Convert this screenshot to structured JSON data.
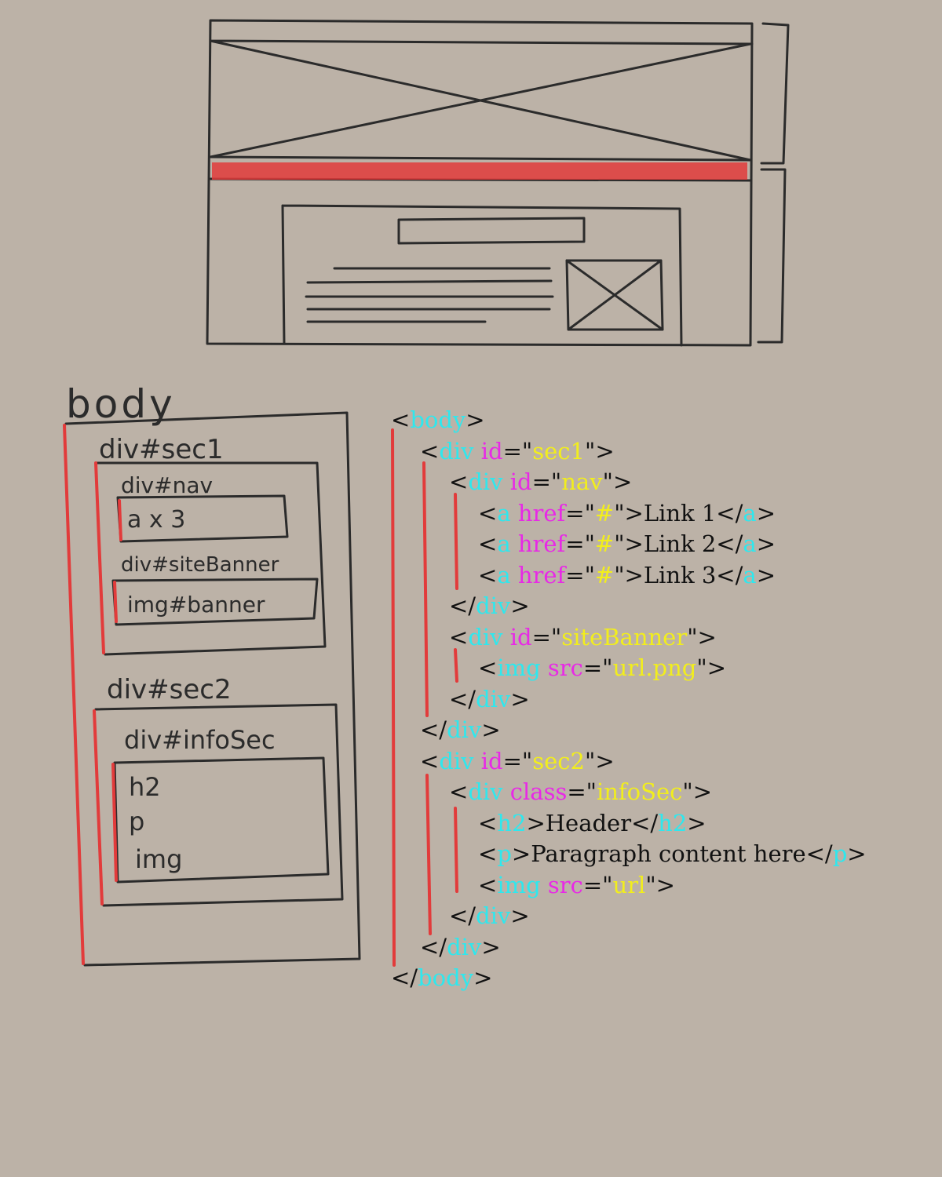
{
  "colors": {
    "background": "#bcb2a7",
    "sketch": "#2b2b2b",
    "highlight": "#e23b3b",
    "tag": "#2ee8ee",
    "attribute": "#e829e6",
    "value": "#f2ee1c",
    "text": "#111111"
  },
  "tree": {
    "body": "body",
    "sec1": "div#sec1",
    "nav": "div#nav",
    "links": "a x 3",
    "site_banner": "div#siteBanner",
    "banner_img": "img#banner",
    "sec2": "div#sec2",
    "info_sec": "div#infoSec",
    "h2": "h2",
    "p": "p",
    "img": "img"
  },
  "code": {
    "lines": [
      {
        "indent": 0,
        "tokens": [
          [
            "p",
            "<"
          ],
          [
            "t",
            "body"
          ],
          [
            "p",
            ">"
          ]
        ]
      },
      {
        "indent": 1,
        "tokens": [
          [
            "p",
            "<"
          ],
          [
            "t",
            "div"
          ],
          [
            "p",
            " "
          ],
          [
            "at",
            "id"
          ],
          [
            "p",
            "=\""
          ],
          [
            "v",
            "sec1"
          ],
          [
            "p",
            "\">"
          ]
        ]
      },
      {
        "indent": 2,
        "tokens": [
          [
            "p",
            "<"
          ],
          [
            "t",
            "div"
          ],
          [
            "p",
            " "
          ],
          [
            "at",
            "id"
          ],
          [
            "p",
            "=\""
          ],
          [
            "v",
            "nav"
          ],
          [
            "p",
            "\">"
          ]
        ]
      },
      {
        "indent": 3,
        "tokens": [
          [
            "p",
            "<"
          ],
          [
            "t",
            "a"
          ],
          [
            "p",
            " "
          ],
          [
            "at",
            "href"
          ],
          [
            "p",
            "=\""
          ],
          [
            "v",
            "#"
          ],
          [
            "p",
            "\">Link 1</"
          ],
          [
            "t",
            "a"
          ],
          [
            "p",
            ">"
          ]
        ]
      },
      {
        "indent": 3,
        "tokens": [
          [
            "p",
            "<"
          ],
          [
            "t",
            "a"
          ],
          [
            "p",
            " "
          ],
          [
            "at",
            "href"
          ],
          [
            "p",
            "=\""
          ],
          [
            "v",
            "#"
          ],
          [
            "p",
            "\">Link 2</"
          ],
          [
            "t",
            "a"
          ],
          [
            "p",
            ">"
          ]
        ]
      },
      {
        "indent": 3,
        "tokens": [
          [
            "p",
            "<"
          ],
          [
            "t",
            "a"
          ],
          [
            "p",
            " "
          ],
          [
            "at",
            "href"
          ],
          [
            "p",
            "=\""
          ],
          [
            "v",
            "#"
          ],
          [
            "p",
            "\">Link 3</"
          ],
          [
            "t",
            "a"
          ],
          [
            "p",
            ">"
          ]
        ]
      },
      {
        "indent": 2,
        "tokens": [
          [
            "p",
            "</"
          ],
          [
            "t",
            "div"
          ],
          [
            "p",
            ">"
          ]
        ]
      },
      {
        "indent": 2,
        "tokens": [
          [
            "p",
            "<"
          ],
          [
            "t",
            "div"
          ],
          [
            "p",
            " "
          ],
          [
            "at",
            "id"
          ],
          [
            "p",
            "=\""
          ],
          [
            "v",
            "siteBanner"
          ],
          [
            "p",
            "\">"
          ]
        ]
      },
      {
        "indent": 3,
        "tokens": [
          [
            "p",
            "<"
          ],
          [
            "t",
            "img"
          ],
          [
            "p",
            " "
          ],
          [
            "at",
            "src"
          ],
          [
            "p",
            "=\""
          ],
          [
            "v",
            "url.png"
          ],
          [
            "p",
            "\">"
          ]
        ]
      },
      {
        "indent": 2,
        "tokens": [
          [
            "p",
            "</"
          ],
          [
            "t",
            "div"
          ],
          [
            "p",
            ">"
          ]
        ]
      },
      {
        "indent": 1,
        "tokens": [
          [
            "p",
            "</"
          ],
          [
            "t",
            "div"
          ],
          [
            "p",
            ">"
          ]
        ]
      },
      {
        "indent": 1,
        "tokens": [
          [
            "p",
            "<"
          ],
          [
            "t",
            "div"
          ],
          [
            "p",
            " "
          ],
          [
            "at",
            "id"
          ],
          [
            "p",
            "=\""
          ],
          [
            "v",
            "sec2"
          ],
          [
            "p",
            "\">"
          ]
        ]
      },
      {
        "indent": 2,
        "tokens": [
          [
            "p",
            "<"
          ],
          [
            "t",
            "div"
          ],
          [
            "p",
            " "
          ],
          [
            "at",
            "class"
          ],
          [
            "p",
            "=\""
          ],
          [
            "v",
            "infoSec"
          ],
          [
            "p",
            "\">"
          ]
        ]
      },
      {
        "indent": 3,
        "tokens": [
          [
            "p",
            "<"
          ],
          [
            "t",
            "h2"
          ],
          [
            "p",
            ">Header</"
          ],
          [
            "t",
            "h2"
          ],
          [
            "p",
            ">"
          ]
        ]
      },
      {
        "indent": 3,
        "tokens": [
          [
            "p",
            "<"
          ],
          [
            "t",
            "p"
          ],
          [
            "p",
            ">Paragraph content here</"
          ],
          [
            "t",
            "p"
          ],
          [
            "p",
            ">"
          ]
        ]
      },
      {
        "indent": 3,
        "tokens": [
          [
            "p",
            "<"
          ],
          [
            "t",
            "img"
          ],
          [
            "p",
            " "
          ],
          [
            "at",
            "src"
          ],
          [
            "p",
            "=\""
          ],
          [
            "v",
            "url"
          ],
          [
            "p",
            "\">"
          ]
        ]
      },
      {
        "indent": 2,
        "tokens": [
          [
            "p",
            "</"
          ],
          [
            "t",
            "div"
          ],
          [
            "p",
            ">"
          ]
        ]
      },
      {
        "indent": 1,
        "tokens": [
          [
            "p",
            "</"
          ],
          [
            "t",
            "div"
          ],
          [
            "p",
            ">"
          ]
        ]
      },
      {
        "indent": 0,
        "tokens": [
          [
            "p",
            "</"
          ],
          [
            "t",
            "body"
          ],
          [
            "p",
            ">"
          ]
        ]
      }
    ]
  }
}
